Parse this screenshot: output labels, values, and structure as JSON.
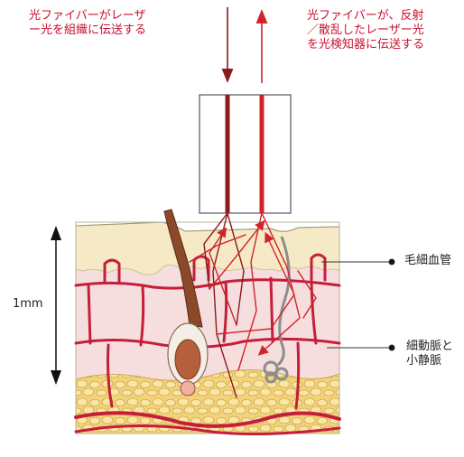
{
  "labels": {
    "fiber_in": [
      "光ファイバーがレーザ",
      "ー光を組織に伝送する"
    ],
    "fiber_out": [
      "光ファイバーが、反射",
      "／散乱したレーザー光",
      "を光検知器に伝送する"
    ],
    "capillary": "毛細血管",
    "vessels": [
      "細動脈と",
      "小静脈"
    ],
    "depth": "1mm"
  },
  "colors": {
    "accent": "#c8102e",
    "fiber_dark": "#8b1a1a",
    "vessel": "#c41e3a",
    "epidermis": "#f5e9c6",
    "dermis": "#f6dede",
    "fat": "#f2d27a",
    "hair": "#8a4a2a",
    "text": "#222222"
  }
}
